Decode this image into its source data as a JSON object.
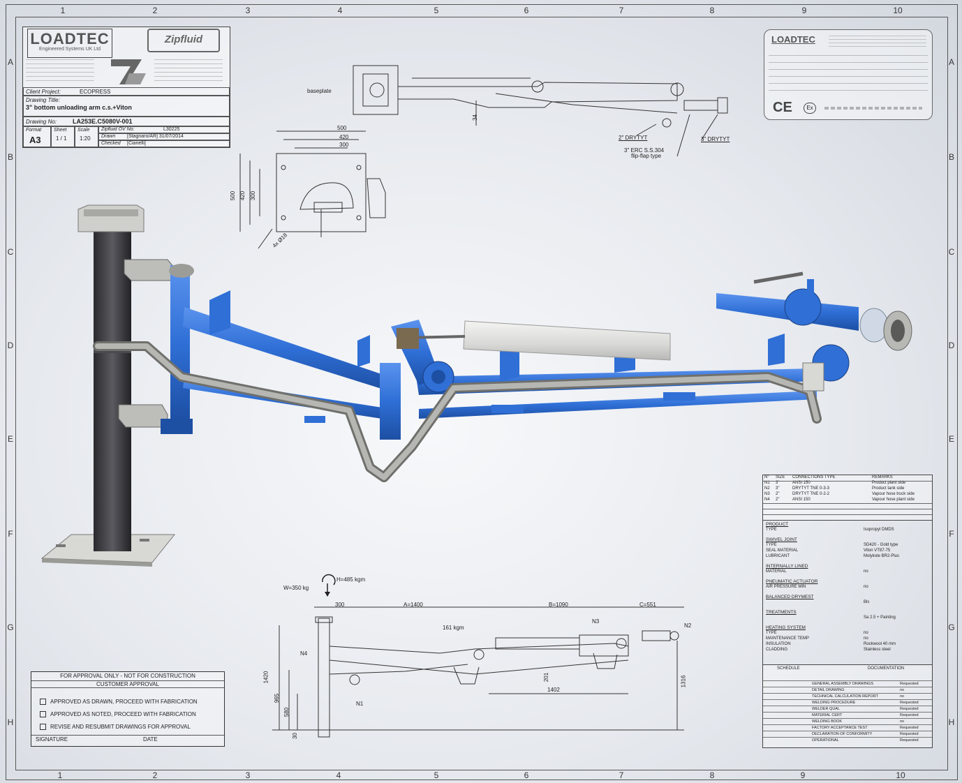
{
  "zones": {
    "columns": [
      "1",
      "2",
      "3",
      "4",
      "5",
      "6",
      "7",
      "8",
      "9",
      "10"
    ],
    "rows": [
      "A",
      "B",
      "C",
      "D",
      "E",
      "F",
      "G",
      "H"
    ]
  },
  "title_block": {
    "brand": "LOADTEC",
    "brand_sub": "Engineered Systems UK Ltd",
    "partner_brand": "Zipfluid",
    "client_label": "Client Project:",
    "client_value": "ECOPRESS",
    "drawing_title_label": "Drawing Title:",
    "drawing_title_value": "3\" bottom unloading arm c.s.+Viton",
    "drawing_no_label": "Drawing No:",
    "drawing_no_value": "LA253E.C5080V-001",
    "format_label": "Format",
    "format_value": "A3",
    "sheet_label": "Sheet",
    "sheet_value": "1 / 1",
    "scale_label": "Scale",
    "scale_value": "1:20",
    "ziplfuid_label": "Zipfluid OV No:",
    "ziplfuid_value": "L30225",
    "drawn_label": "Drawn",
    "drawn_value": "[Stagnaro/AR] 31/07/2014",
    "checked_label": "Checked",
    "checked_value": "[Cianelli]"
  },
  "nameplate": {
    "brand": "LOADTEC",
    "ce_mark": "CE",
    "ex_mark": "Ex"
  },
  "views": {
    "top_view_label": "baseplate",
    "baseplate_dims": [
      "500",
      "420",
      "300"
    ],
    "baseplate_vdims": [
      "500",
      "420",
      "300"
    ],
    "baseplate_hole": "4x Ø18",
    "top_dim_34": "34",
    "drytyt_1": "2\" DRYTYT",
    "erc_label": "3\" ERC S.S.304",
    "erc_sub": "flip-flap type",
    "drytyt_2": "3\" DRYTYT",
    "side_w": "W=350 kg",
    "side_h": "H=485 kgm",
    "side_d300": "300",
    "side_a": "A=1400",
    "side_b": "B=1090",
    "side_c": "C=551",
    "side_161": "161 kgm",
    "side_n1": "N1",
    "side_n2": "N2",
    "side_n3": "N3",
    "side_n4": "N4",
    "side_1420": "1420",
    "side_965": "965",
    "side_580": "580",
    "side_30": "30",
    "side_1402": "1402",
    "side_1316": "1316",
    "side_201": "201"
  },
  "connections": {
    "headers": [
      "N°",
      "SIZE",
      "CONNECTIONS TYPE",
      "REMARKS"
    ],
    "rows": [
      [
        "N1",
        "3\"",
        "ANSI 150",
        "Product plant side"
      ],
      [
        "N2",
        "3\"",
        "DRYTYT TNE 0-3-3",
        "Product tank side"
      ],
      [
        "N3",
        "2\"",
        "DRYTYT TNE 0-2-2",
        "Vapour hose truck side"
      ],
      [
        "N4",
        "2\"",
        "ANSI 150",
        "Vapour hose plant side"
      ]
    ]
  },
  "specs": [
    {
      "head": "PRODUCT",
      "lines": [
        [
          "TYPE",
          "Isopropyl DMDS"
        ]
      ]
    },
    {
      "head": "SWIVEL JOINT",
      "lines": [
        [
          "TYPE",
          "SD420 - Gold type"
        ],
        [
          "SEAL MATERIAL",
          "Viton VT87-75"
        ],
        [
          "LUBRICANT",
          "Molykote BR2-Plus"
        ]
      ]
    },
    {
      "head": "INTERNALLY LINED",
      "lines": [
        [
          "MATERIAL",
          "no"
        ]
      ]
    },
    {
      "head": "PNEUMATIC ACTUATOR",
      "lines": [
        [
          "AIR PRESSURE MIN",
          "no"
        ]
      ]
    },
    {
      "head": "BALANCED DRYMEST",
      "lines": [
        [
          "",
          "Bls"
        ]
      ]
    },
    {
      "head": "TREATMENTS",
      "lines": [
        [
          "",
          "Sa 2.5 + Painting"
        ]
      ]
    },
    {
      "head": "HEATING SYSTEM",
      "lines": [
        [
          "TYPE",
          "no"
        ],
        [
          "MAINTENANCE TEMP",
          "no"
        ],
        [
          "INSULATION",
          "Rockwool 40 mm"
        ],
        [
          "CLADDING",
          "Stainless steel"
        ]
      ]
    }
  ],
  "documents": {
    "headers": [
      "SCHEDULE",
      "DOCUMENTATION"
    ],
    "rows": [
      [
        "GENERAL ASSEMBLY DRAWINGS",
        "Requested"
      ],
      [
        "DETAIL DRAWING",
        "no"
      ],
      [
        "TECHNICAL CALCULATION REPORT",
        "no"
      ],
      [
        "WELDING PROCEDURE",
        "Requested"
      ],
      [
        "WELDER QUAL",
        "Requested"
      ],
      [
        "MATERIAL CERT",
        "Requested"
      ],
      [
        "WELDING BOOK",
        "no"
      ],
      [
        "FACTORY ACCEPTANCE TEST",
        "Requested"
      ],
      [
        "DECLARATION OF CONFORMITY",
        "Requested"
      ],
      [
        "OPERATIONAL",
        "Requested"
      ]
    ]
  },
  "approval": {
    "title": "FOR APPROVAL ONLY - NOT FOR CONSTRUCTION",
    "subtitle": "CUSTOMER APPROVAL",
    "options": [
      "APPROVED AS DRAWN, PROCEED WITH FABRICATION",
      "APPROVED AS NOTED, PROCEED WITH FABRICATION",
      "REVISE AND RESUBMIT DRAWINGS FOR APPROVAL"
    ],
    "signature": "SIGNATURE",
    "date": "DATE"
  },
  "colors": {
    "arm_blue": "#2f6fd6",
    "pipe_steel": "#9a9a96",
    "column_dark": "#3d3d40",
    "cylinder": "#e8e8e6"
  }
}
